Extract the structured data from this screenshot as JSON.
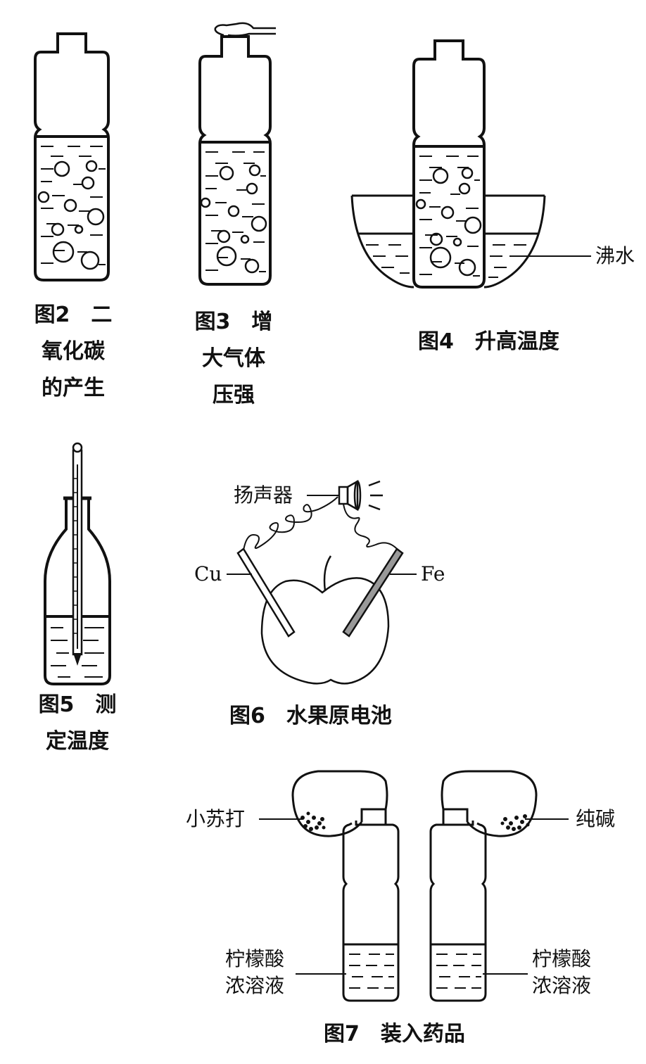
{
  "figures": [
    {
      "id": "fig2",
      "caption_lines": [
        "图2　二",
        "氧化碳",
        "的产生"
      ]
    },
    {
      "id": "fig3",
      "caption_lines": [
        "图3　增",
        "大气体",
        "压强"
      ]
    },
    {
      "id": "fig4",
      "caption_lines": [
        "图4　升高温度"
      ]
    },
    {
      "id": "fig5",
      "caption_lines": [
        "图5　测",
        "定温度"
      ]
    },
    {
      "id": "fig6",
      "caption_lines": [
        "图6　水果原电池"
      ]
    },
    {
      "id": "fig7",
      "caption_lines": [
        "图7　装入药品"
      ]
    }
  ],
  "labels": {
    "boiling_water": "沸水",
    "speaker": "扬声器",
    "cu": "Cu",
    "fe": "Fe",
    "baking_soda": "小苏打",
    "soda_ash": "纯碱",
    "citric_acid_left_1": "柠檬酸",
    "citric_acid_left_2": "浓溶液",
    "citric_acid_right_1": "柠檬酸",
    "citric_acid_right_2": "浓溶液"
  }
}
